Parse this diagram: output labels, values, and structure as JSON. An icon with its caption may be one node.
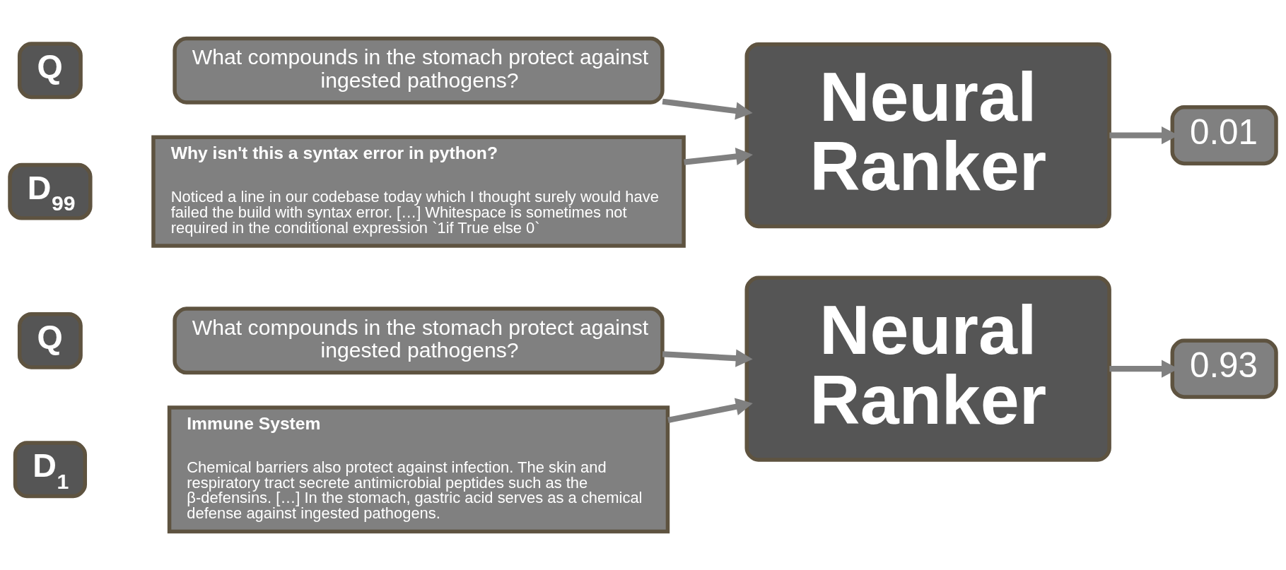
{
  "diagram": {
    "nodes": [
      {
        "text": [
          "Q"
        ]
      },
      {
        "text": [
          "What compounds in the stomach protect against ingested pathogens?"
        ]
      },
      {
        "text": [
          "D$_{1}$"
        ]
      },
      {
        "text": [
          "Immune System",
          "Chemical barriers also protect against infection. The skin and respiratory tract secrete antimicrobial peptides such as the β-defensins. […] In the stomach, gastric acid serves as a chemical defense against ingested pathogens."
        ]
      },
      {
        "text": [
          "Neural Ranker"
        ]
      },
      {
        "text": [
          "0.93"
        ]
      },
      {
        "text": [
          "Q"
        ]
      },
      {
        "text": [
          "What compounds in the stomach protect against ingested pathogens?"
        ]
      },
      {
        "text": [
          "D$_{99}$"
        ]
      },
      {
        "text": [
          "Why isn't this a syntax error in python?",
          "Noticed a line in our codebase today which I thought surely would have failed the build with syntax error. […] Whitespace is sometimes not required in the conditional expression `1if True else 0`"
        ]
      },
      {
        "text": [
          "Neural Ranker"
        ]
      },
      {
        "text": [
          "0.01"
        ]
      }
    ],
    "edges": [
      {
        "from": 1,
        "to": 4,
        "arrow": "to"
      },
      {
        "from": 3,
        "to": 4,
        "arrow": "to"
      },
      {
        "from": 4,
        "to": 5,
        "arrow": "to"
      },
      {
        "from": 7,
        "to": 10,
        "arrow": "to"
      },
      {
        "from": 9,
        "to": 10,
        "arrow": "to"
      },
      {
        "from": 10,
        "to": 11,
        "arrow": "to"
      }
    ]
  }
}
